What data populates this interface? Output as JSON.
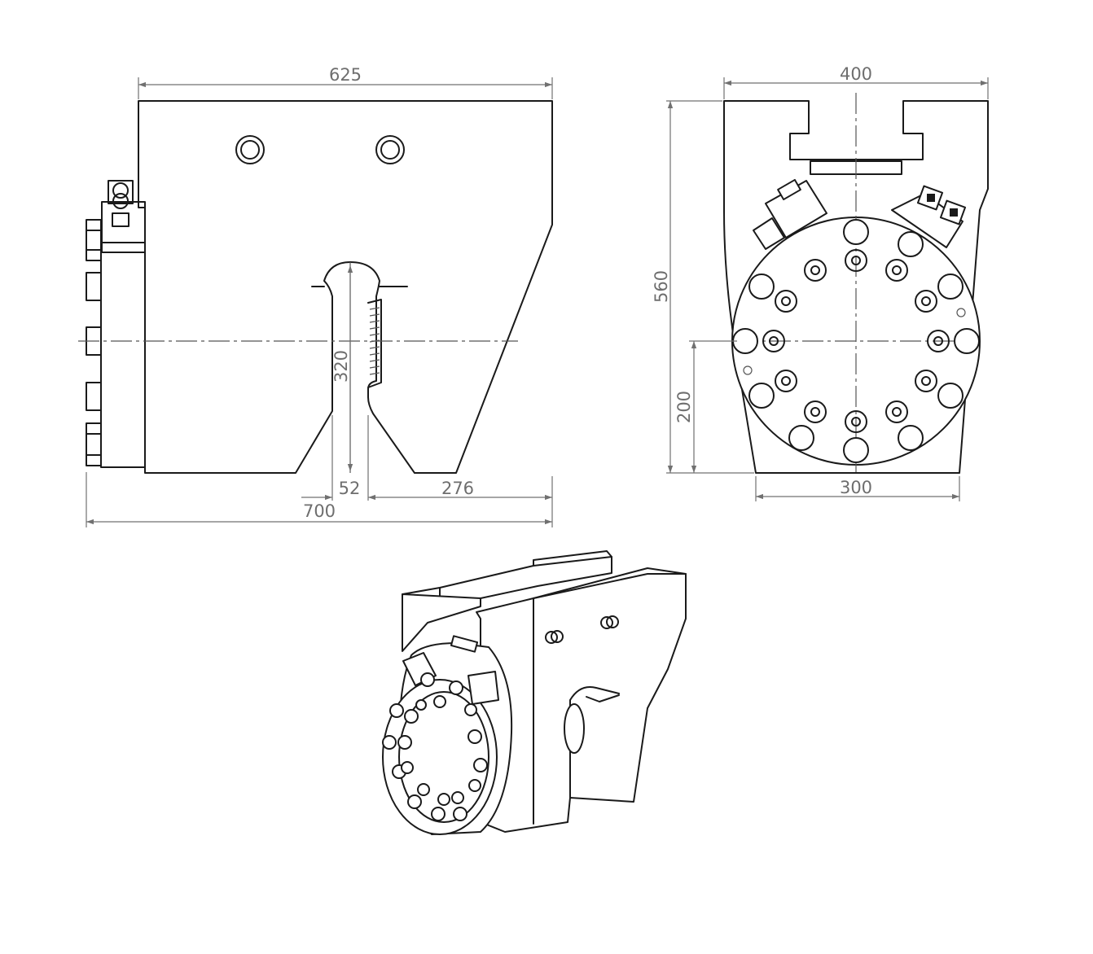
{
  "dimensions": {
    "side_top_width": "625",
    "side_overall_width": "700",
    "slot_width": "52",
    "slot_height": "320",
    "base_right": "276",
    "front_top_width": "400",
    "front_base_width": "300",
    "front_height": "560",
    "front_center_height": "200"
  },
  "colors": {
    "line": "#1a1a1a",
    "dimension": "#707070",
    "background": "#ffffff"
  }
}
